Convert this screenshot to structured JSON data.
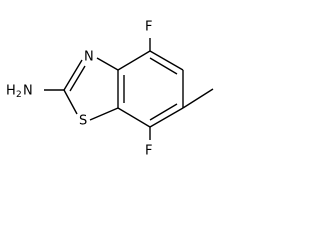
{
  "molecule": {
    "labels": {
      "amine_h": "H",
      "amine_sub": "2",
      "amine_n": "N",
      "ring_n": "N",
      "ring_s": "S",
      "fluorine_top": "F",
      "fluorine_bottom": "F"
    }
  }
}
